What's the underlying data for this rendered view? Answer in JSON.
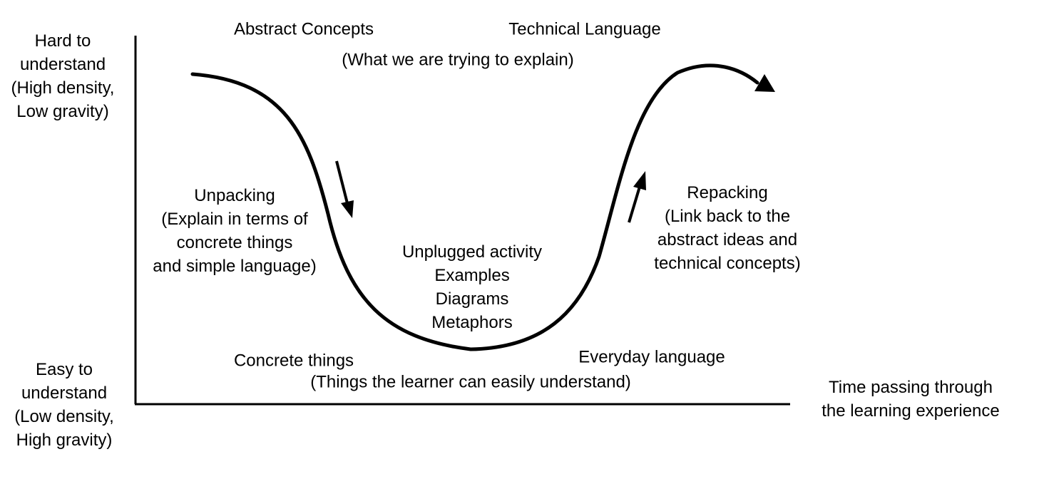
{
  "y_axis": {
    "top_label": [
      "Hard to",
      "understand",
      "(High density,",
      "Low gravity)"
    ],
    "bottom_label": [
      "Easy to",
      "understand",
      "(Low density,",
      "High gravity)"
    ]
  },
  "x_axis": {
    "label": [
      "Time passing through",
      "the learning experience"
    ]
  },
  "top": {
    "abstract": "Abstract Concepts",
    "technical": "Technical Language",
    "note": "(What we are trying to explain)"
  },
  "unpacking": [
    "Unpacking",
    "(Explain in terms of",
    "concrete things",
    "and simple language)"
  ],
  "middle": [
    "Unplugged activity",
    "Examples",
    "Diagrams",
    "Metaphors"
  ],
  "repacking": [
    "Repacking",
    "(Link back to the",
    "abstract ideas and",
    "technical concepts)"
  ],
  "bottom": {
    "concrete": "Concrete things",
    "everyday": "Everyday language",
    "note": "(Things the learner can easily understand)"
  },
  "colors": {
    "stroke": "#000000",
    "background": "#ffffff"
  }
}
